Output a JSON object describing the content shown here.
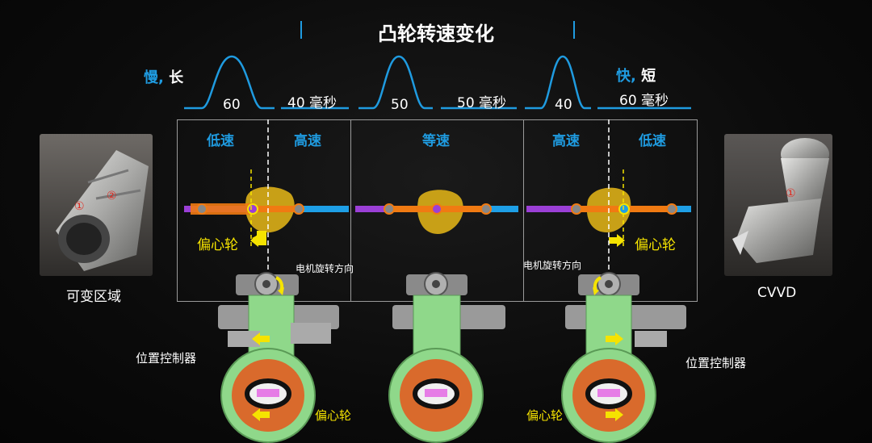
{
  "title": "凸轮转速变化",
  "top_left_label": {
    "slow": "慢,",
    "long": "长"
  },
  "top_right_label": {
    "fast": "快,",
    "short": "短"
  },
  "profiles": [
    {
      "cam_value": "60",
      "ms_label": "40 毫秒"
    },
    {
      "cam_value": "50",
      "ms_label": "50 毫秒"
    },
    {
      "cam_value": "40",
      "ms_label": "60 毫秒"
    }
  ],
  "panel_headers": [
    "低速",
    "高速",
    "等速",
    "高速",
    "低速"
  ],
  "eccentric_label": "偏心轮",
  "motor_direction": "电机旋转方向",
  "position_controller": "位置控制器",
  "left_photo": {
    "caption": "可变区域",
    "marks": [
      "①",
      "②"
    ]
  },
  "right_photo": {
    "caption": "CVVD",
    "marks": [
      "①"
    ]
  },
  "colors": {
    "accent": "#1f9be0",
    "arrow": "#f5e300",
    "shaft_left": "#9b3fd6",
    "shaft_mid": "#f07a12",
    "shaft_right": "#1e9fe6",
    "housing": "#8fd88a",
    "cam": "#c8a017"
  }
}
